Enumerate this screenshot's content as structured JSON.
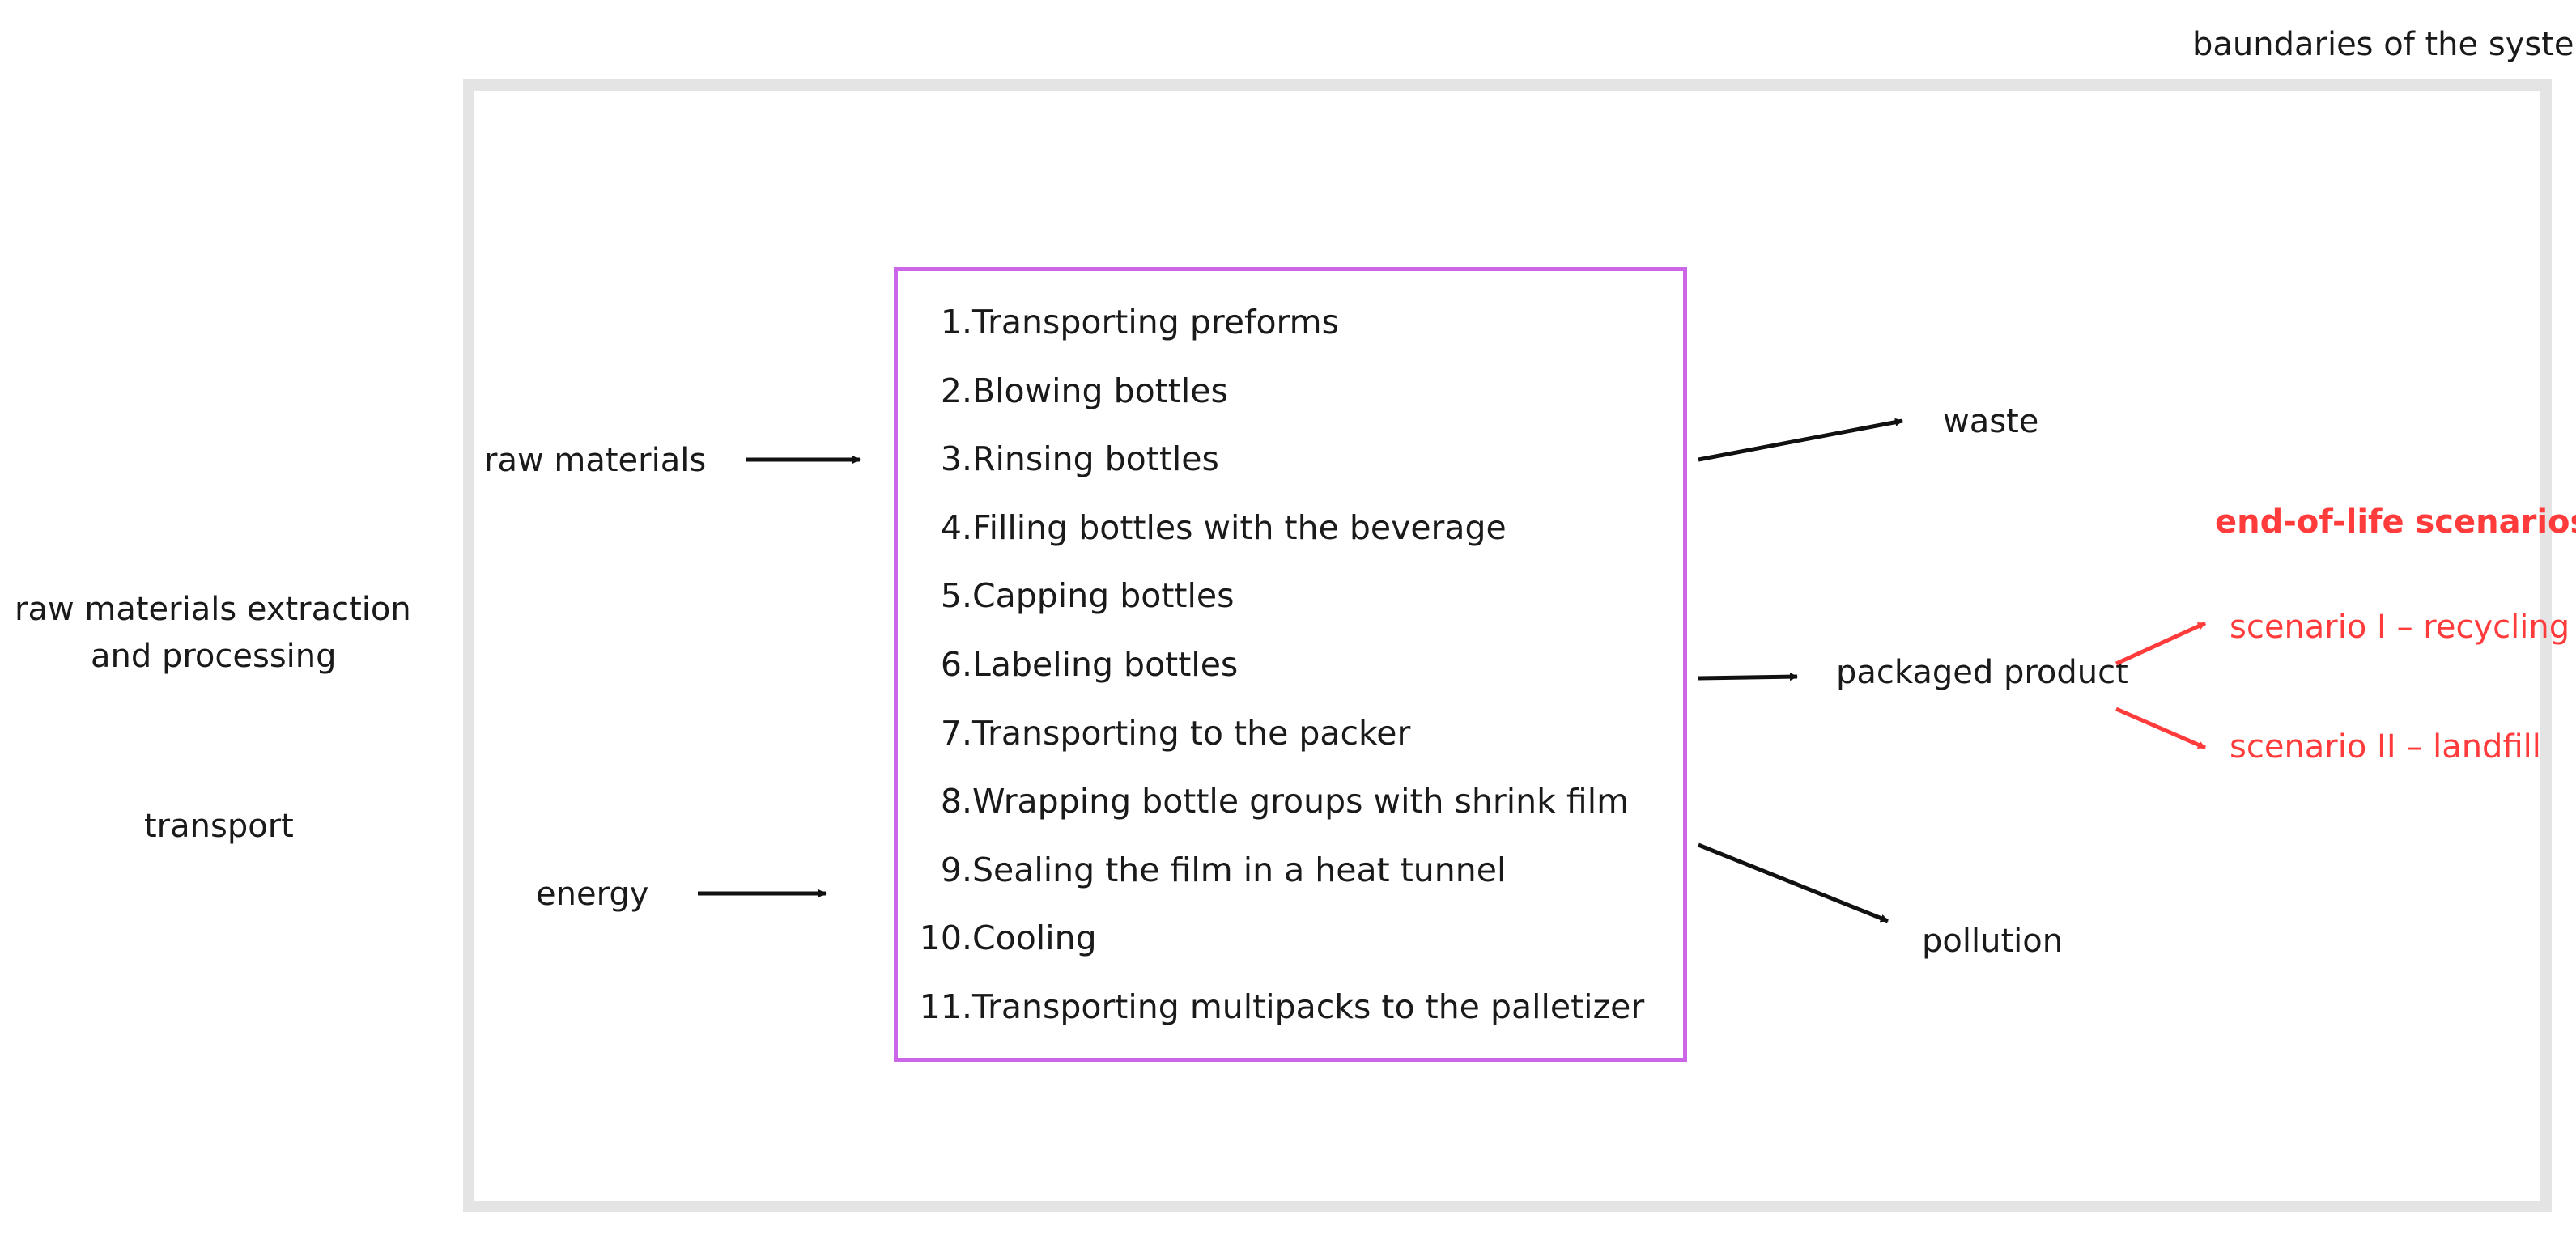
{
  "boundary_label": "baundaries of the system",
  "left_labels": {
    "extraction_line1": "raw materials  extraction",
    "extraction_line2": "and processing",
    "transport": "transport"
  },
  "inputs": {
    "raw_materials": "raw materials",
    "energy": "energy"
  },
  "steps": [
    {
      "num": "1.",
      "text": "Transporting preforms"
    },
    {
      "num": "2.",
      "text": "Blowing bottles"
    },
    {
      "num": "3.",
      "text": "Rinsing bottles"
    },
    {
      "num": "4.",
      "text": "Filling bottles with the beverage"
    },
    {
      "num": "5.",
      "text": "Capping bottles"
    },
    {
      "num": "6.",
      "text": "Labeling bottles"
    },
    {
      "num": "7.",
      "text": "Transporting to the packer"
    },
    {
      "num": "8.",
      "text": "Wrapping bottle groups with shrink film"
    },
    {
      "num": "9.",
      "text": "Sealing the film in a heat tunnel"
    },
    {
      "num": "10.",
      "text": "Cooling"
    },
    {
      "num": "11.",
      "text": "Transporting multipacks to the palletizer"
    }
  ],
  "outputs": {
    "waste": "waste",
    "packaged_product": "packaged product",
    "pollution": "pollution"
  },
  "end_of_life": {
    "title": "end-of-life scenarios",
    "scenario_1": "scenario I – recycling",
    "scenario_2": "scenario II – landfill"
  },
  "colors": {
    "boundary": "#e4e4e4",
    "process_border": "#cc66e8",
    "end_of_life": "#ff3b3b",
    "arrow": "#111111"
  }
}
